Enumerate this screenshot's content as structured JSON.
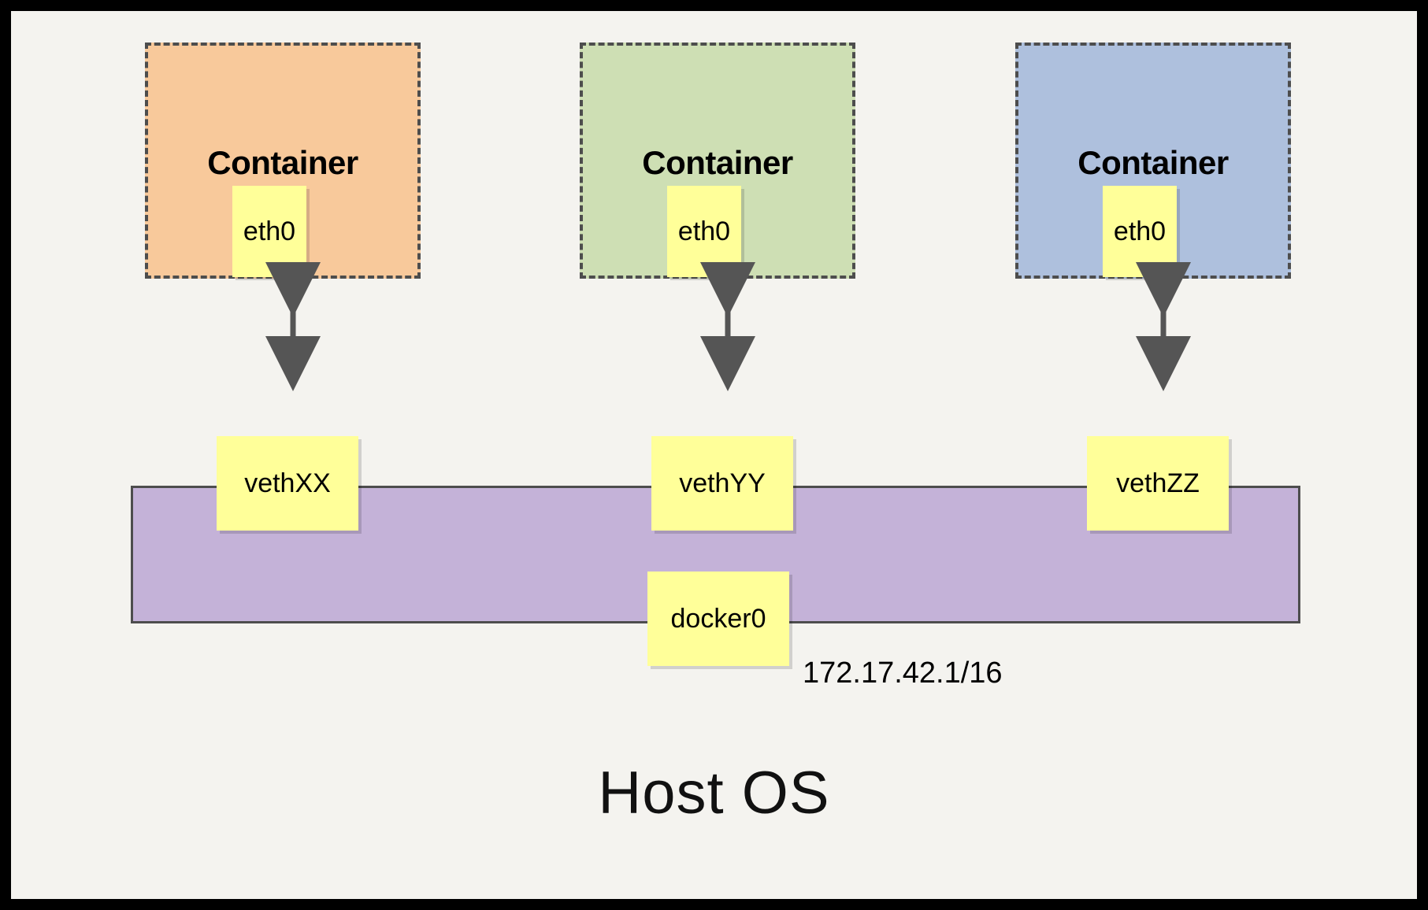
{
  "diagram": {
    "title_bottom": "Host OS",
    "bridge": {
      "name": "docker0",
      "port_label": "docker0",
      "ip": "172.17.42.1/16",
      "color": "#c4b2d8",
      "border_color": "#4d4d4d"
    },
    "arrow_color": "#555555",
    "iface_color": "#ffff99",
    "canvas_color": "#f4f3ef",
    "frame_color": "#000000",
    "containers": [
      {
        "title": "Container",
        "iface": "eth0",
        "color": "#f8c99b",
        "veth": "vethXX"
      },
      {
        "title": "Container",
        "iface": "eth0",
        "color": "#cedfb4",
        "veth": "vethYY"
      },
      {
        "title": "Container",
        "iface": "eth0",
        "color": "#aec0dd",
        "veth": "vethZZ"
      }
    ]
  }
}
